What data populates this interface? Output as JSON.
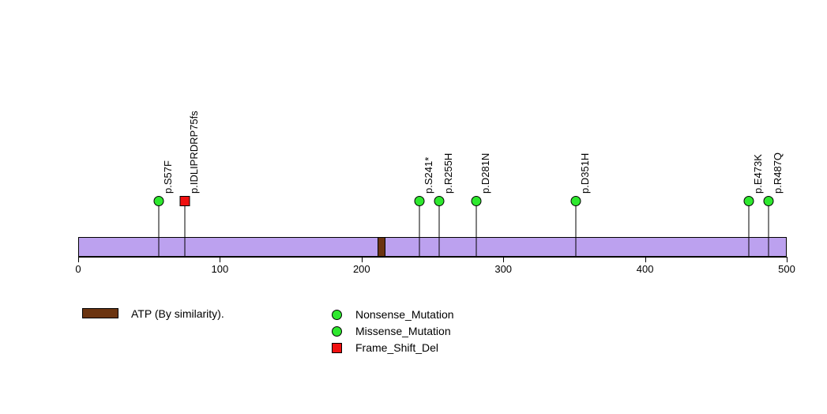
{
  "chart_data": {
    "type": "lollipop",
    "title": "",
    "xlabel": "",
    "ylabel": "",
    "xlim": [
      0,
      500
    ],
    "axis": {
      "ticks": [
        0,
        100,
        200,
        300,
        400,
        500
      ],
      "tick_labels": [
        "0",
        "100",
        "200",
        "300",
        "400",
        "500"
      ]
    },
    "protein": {
      "length": 500,
      "color": "#BCA1EF",
      "border_color": "#000000"
    },
    "domains": [
      {
        "name": "ATP (By similarity).",
        "start": 211,
        "end": 217,
        "color": "#6B3410"
      }
    ],
    "mutations": [
      {
        "label": "p.S57F",
        "position": 57,
        "type": "Missense_Mutation",
        "shape": "circle",
        "color": "#2EE82E"
      },
      {
        "label": "p.IDLIPRDRP75fs",
        "position": 75,
        "type": "Frame_Shift_Del",
        "shape": "square",
        "color": "#F01010"
      },
      {
        "label": "p.S241*",
        "position": 241,
        "type": "Nonsense_Mutation",
        "shape": "circle",
        "color": "#2EE82E"
      },
      {
        "label": "p.R255H",
        "position": 255,
        "type": "Missense_Mutation",
        "shape": "circle",
        "color": "#2EE82E"
      },
      {
        "label": "p.D281N",
        "position": 281,
        "type": "Missense_Mutation",
        "shape": "circle",
        "color": "#2EE82E"
      },
      {
        "label": "p.D351H",
        "position": 351,
        "type": "Missense_Mutation",
        "shape": "circle",
        "color": "#2EE82E"
      },
      {
        "label": "p.E473K",
        "position": 473,
        "type": "Missense_Mutation",
        "shape": "circle",
        "color": "#2EE82E"
      },
      {
        "label": "p.R487Q",
        "position": 487,
        "type": "Missense_Mutation",
        "shape": "circle",
        "color": "#2EE82E"
      }
    ]
  },
  "legend": {
    "domain": {
      "label": "ATP (By similarity).",
      "color": "#6B3410"
    },
    "mutation_types": [
      {
        "label": "Nonsense_Mutation",
        "shape": "circle",
        "color": "#2EE82E"
      },
      {
        "label": "Missense_Mutation",
        "shape": "circle",
        "color": "#2EE82E"
      },
      {
        "label": "Frame_Shift_Del",
        "shape": "square",
        "color": "#F01010"
      }
    ]
  }
}
